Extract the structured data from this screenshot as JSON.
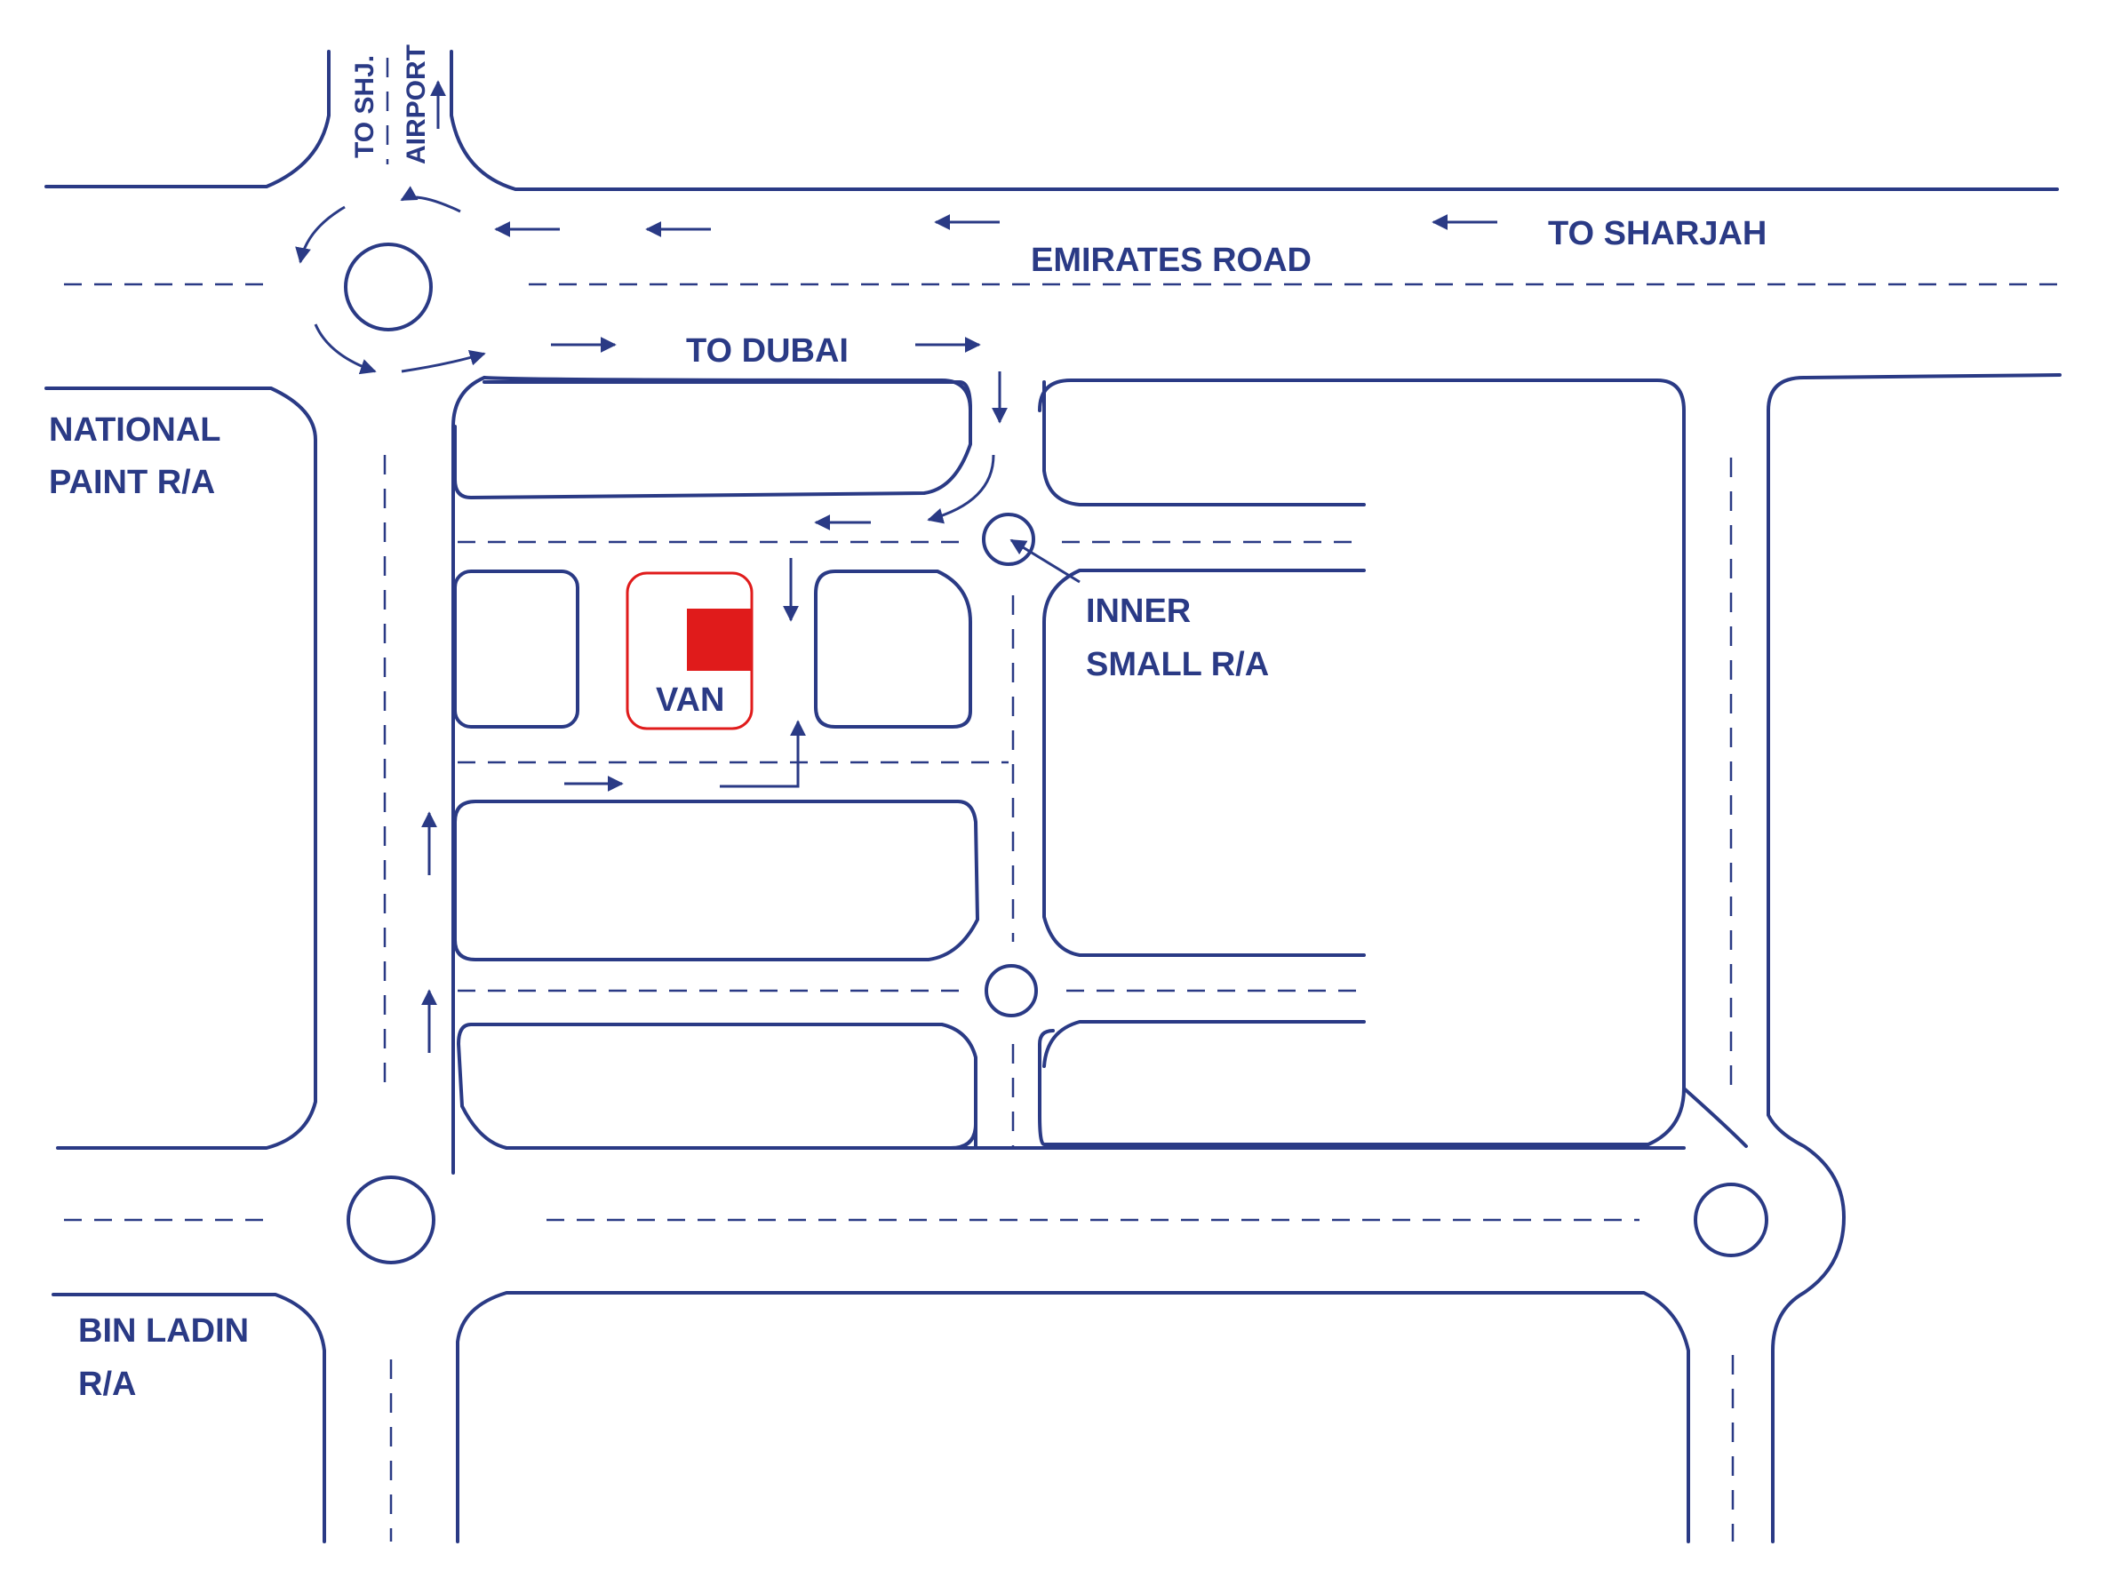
{
  "colors": {
    "road": "#2a3a85",
    "highlight": "#e01b1b",
    "background": "#ffffff"
  },
  "labels": {
    "to_shj": "TO SHJ.",
    "airport": "AIRPORT",
    "emirates_road": "EMIRATES ROAD",
    "to_sharjah": "TO SHARJAH",
    "to_dubai": "TO DUBAI",
    "national_paint_line1": "NATIONAL",
    "national_paint_line2": "PAINT R/A",
    "inner_small_line1": "INNER",
    "inner_small_line2": "SMALL R/A",
    "van": "VAN",
    "bin_ladin_line1": "BIN LADIN",
    "bin_ladin_line2": "R/A"
  }
}
